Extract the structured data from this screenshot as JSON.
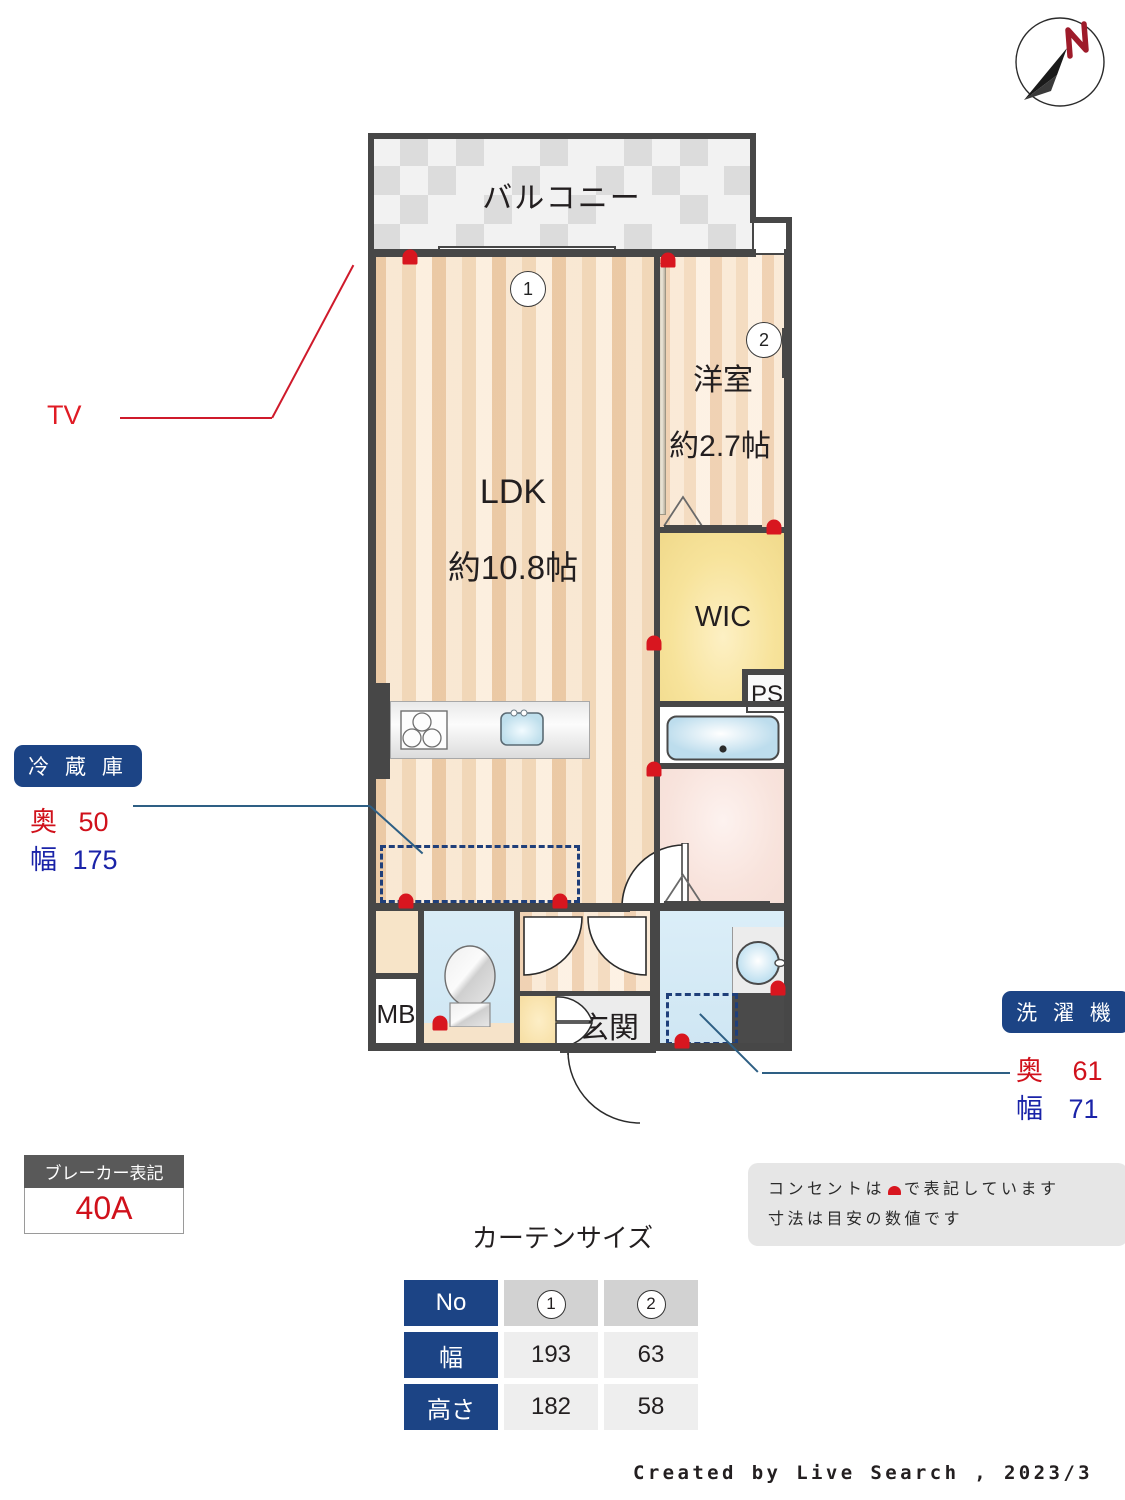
{
  "compass": {
    "north_letter": "N",
    "name": "compass-north-indicator"
  },
  "plan": {
    "balcony": {
      "label": "バルコニー"
    },
    "ldk": {
      "label": "LDK",
      "area": "約10.8帖"
    },
    "washitsu": {
      "label": "洋室",
      "area": "約2.7帖"
    },
    "wic": {
      "label": "WIC"
    },
    "ps": {
      "label": "PS"
    },
    "mb": {
      "label": "MB"
    },
    "genkan": {
      "label": "玄関"
    },
    "markers": {
      "one": "1",
      "two": "2"
    }
  },
  "annotations": {
    "tv": {
      "label": "TV"
    },
    "fridge": {
      "title": "冷 蔵 庫",
      "depth_label": "奥",
      "depth_value": "50",
      "width_label": "幅",
      "width_value": "175"
    },
    "washer": {
      "title": "洗 濯 機",
      "depth_label": "奥",
      "depth_value": "61",
      "width_label": "幅",
      "width_value": "71"
    }
  },
  "breaker": {
    "title": "ブレーカー表記",
    "value": "40A"
  },
  "note": {
    "line1_a": "コンセントは",
    "line1_b": "で表記しています",
    "line2": "寸法は目安の数値です"
  },
  "curtain": {
    "title": "カーテンサイズ",
    "headers": [
      "No",
      "幅",
      "高さ"
    ],
    "columns": [
      "1",
      "2"
    ],
    "width_values": [
      "193",
      "63"
    ],
    "height_values": [
      "182",
      "58"
    ]
  },
  "credit": {
    "text": "Created by Live Search , 2023/3"
  },
  "colors": {
    "accent_blue": "#1c4485",
    "outlet_red": "#d8161f",
    "tv_red": "#e01b24",
    "wall": "#474747"
  }
}
